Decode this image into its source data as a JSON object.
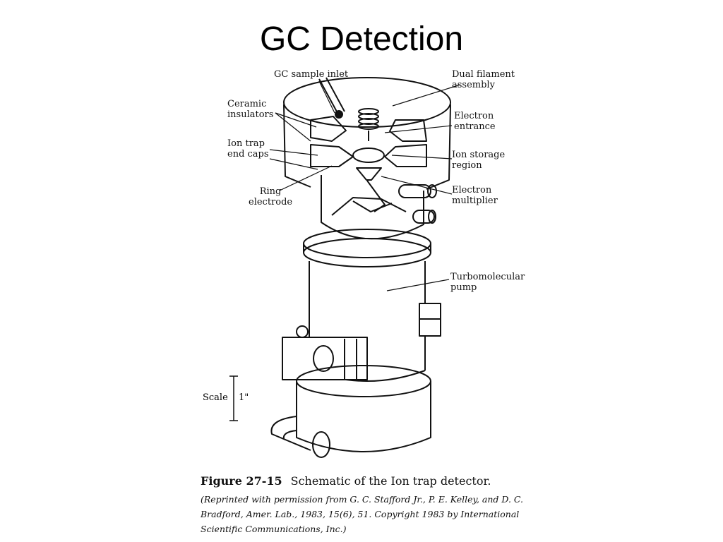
{
  "slide": {
    "title": "GC Detection"
  },
  "diagram": {
    "labels": {
      "gc_sample_inlet": "GC sample inlet",
      "dual_filament_1": "Dual filament",
      "dual_filament_2": "assembly",
      "ceramic_1": "Ceramic",
      "ceramic_2": "insulators",
      "ion_trap_1": "Ion trap",
      "ion_trap_2": "end caps",
      "electron_entrance_1": "Electron",
      "electron_entrance_2": "entrance",
      "ion_storage_1": "Ion storage",
      "ion_storage_2": "region",
      "ring_electrode_1": "Ring",
      "ring_electrode_2": "electrode",
      "electron_multiplier_1": "Electron",
      "electron_multiplier_2": "multiplier",
      "turbo_pump_1": "Turbomolecular",
      "turbo_pump_2": "pump"
    },
    "scale": {
      "label": "Scale",
      "value": "1\""
    }
  },
  "caption": {
    "figure_number": "Figure 27-15",
    "title": "Schematic of the Ion trap detector.",
    "credit_1": "(Reprinted with permission from G. C. Stafford Jr., P. E. Kelley, and D. C.",
    "credit_2": "Bradford, Amer. Lab., 1983, 15(6), 51. Copyright 1983 by International",
    "credit_3": "Scientific Communications, Inc.)"
  }
}
